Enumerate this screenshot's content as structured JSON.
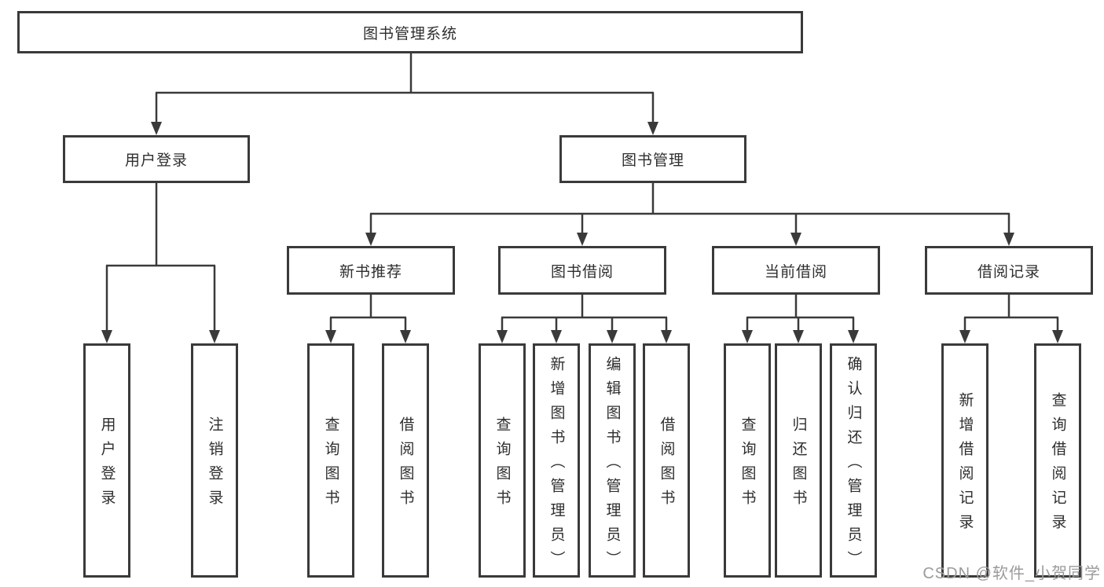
{
  "tree": {
    "root": {
      "label": "图书管理系统"
    },
    "children": [
      {
        "label": "用户登录",
        "children": [
          {
            "label": "用户登录"
          },
          {
            "label": "注销登录"
          }
        ]
      },
      {
        "label": "图书管理",
        "children": [
          {
            "label": "新书推荐",
            "children": [
              {
                "label": "查询图书"
              },
              {
                "label": "借阅图书"
              }
            ]
          },
          {
            "label": "图书借阅",
            "children": [
              {
                "label": "查询图书"
              },
              {
                "label": "新增图书（管理员）"
              },
              {
                "label": "编辑图书（管理员）"
              },
              {
                "label": "借阅图书"
              }
            ]
          },
          {
            "label": "当前借阅",
            "children": [
              {
                "label": "查询图书"
              },
              {
                "label": "归还图书"
              },
              {
                "label": "确认归还（管理员）"
              }
            ]
          },
          {
            "label": "借阅记录",
            "children": [
              {
                "label": "新增借阅记录"
              },
              {
                "label": "查询借阅记录"
              }
            ]
          }
        ]
      }
    ]
  },
  "watermark": {
    "text": "CSDN @软件_小贺同学"
  },
  "colors": {
    "line": "#3a3a3a",
    "box_border": "#3a3a3a",
    "box_fill": "#ffffff",
    "text": "#2e2e2e",
    "watermark": "#9b9b9b",
    "background": "#ffffff"
  }
}
